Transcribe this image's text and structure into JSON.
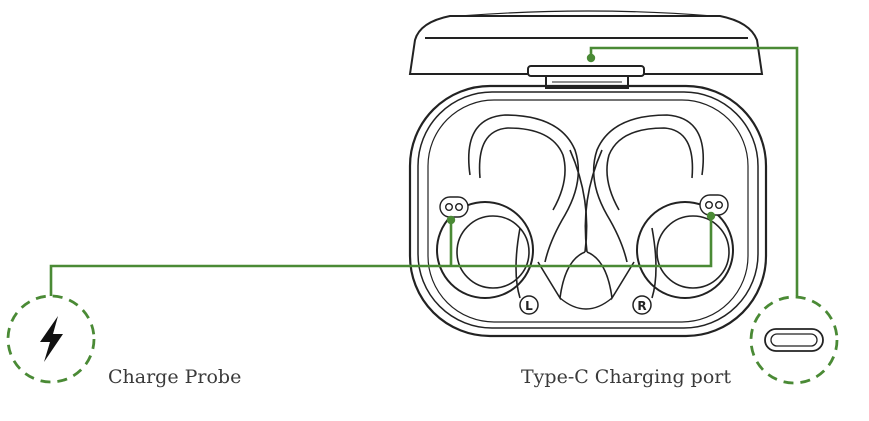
{
  "labels": {
    "charge_probe": "Charge Probe",
    "typec_port": "Type-C Charging port",
    "left_marker": "L",
    "right_marker": "R"
  },
  "colors": {
    "callout": "#4a8a35",
    "outline": "#222222",
    "text": "#3a3a3a"
  },
  "icons": {
    "charge_probe": "lightning-bolt-icon",
    "typec_port": "usb-c-port-icon"
  }
}
